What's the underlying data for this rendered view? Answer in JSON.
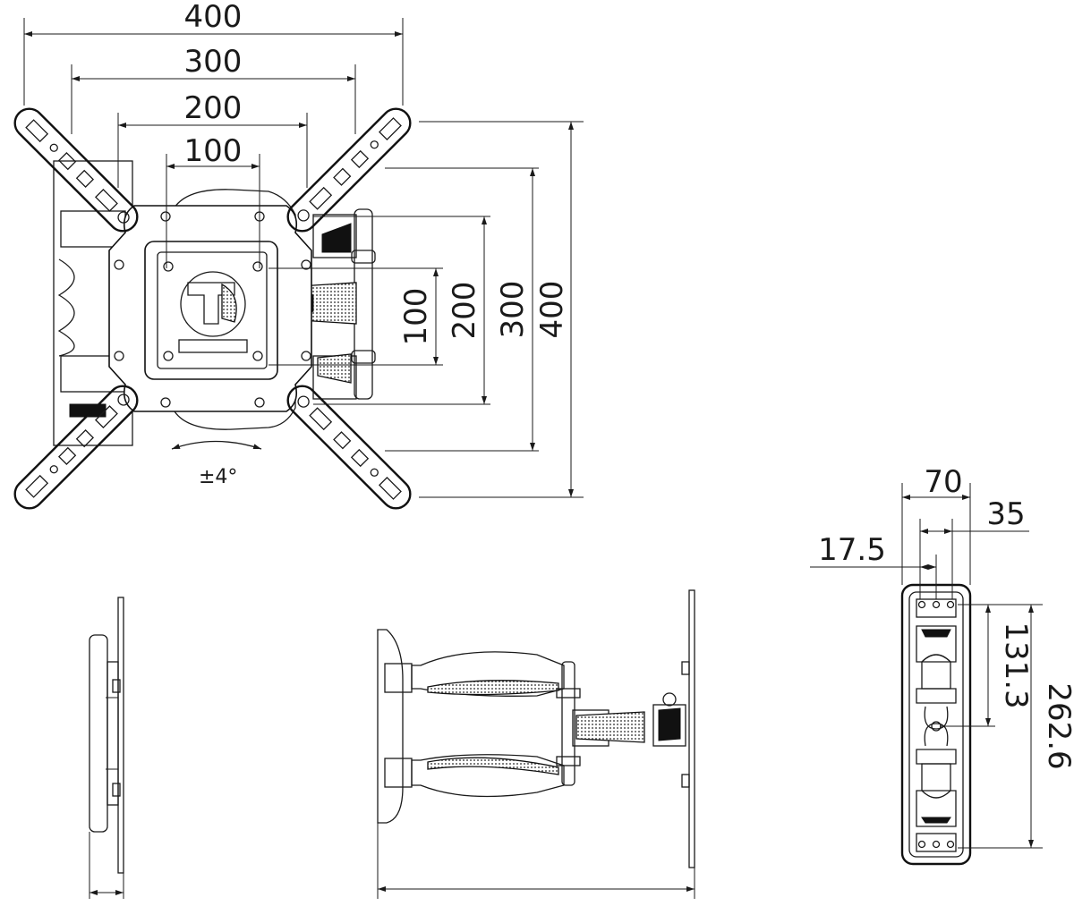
{
  "front_view": {
    "horizontal_dims": [
      "400",
      "300",
      "200",
      "100"
    ],
    "vertical_dims": [
      "100",
      "200",
      "300",
      "400"
    ],
    "tilt_label": "±4°"
  },
  "end_view": {
    "width_dims": [
      "70",
      "35",
      "17.5"
    ],
    "height_dims": [
      "131.3",
      "262.6"
    ]
  }
}
